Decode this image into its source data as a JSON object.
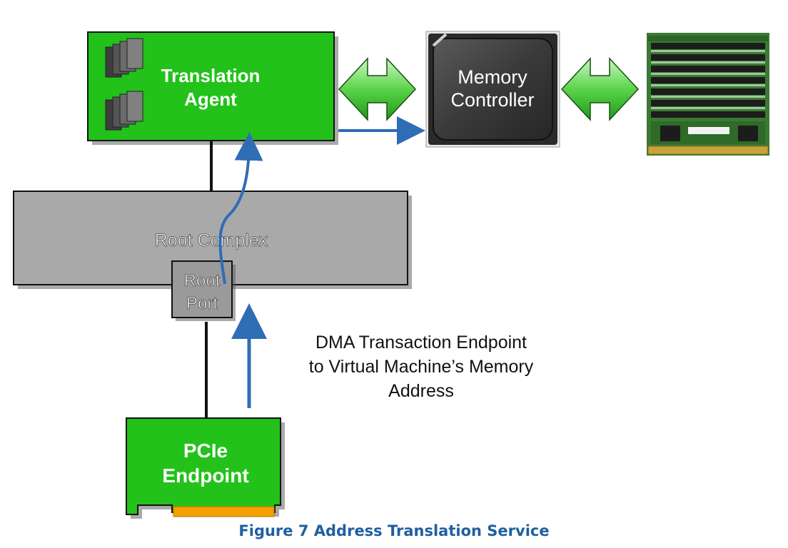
{
  "boxes": {
    "translation_agent": [
      "Translation",
      "Agent"
    ],
    "memory_controller": [
      "Memory",
      "Controller"
    ],
    "root_complex": "Root Complex",
    "root_port": [
      "Root",
      "Port"
    ],
    "pcie_endpoint": [
      "PCIe",
      "Endpoint"
    ]
  },
  "annotation": [
    "DMA Transaction Endpoint",
    "to Virtual Machine’s Memory",
    "Address"
  ],
  "caption": "Figure 7 Address Translation Service",
  "colors": {
    "green_box": "#22c21a",
    "gray_box": "#a9a9a9",
    "blue_arrow": "#2f6db5",
    "caption": "#1f5fa0"
  },
  "icons": [
    "server-stack-icon",
    "memory-chip-icon",
    "ram-module-icon",
    "double-arrow-icon"
  ]
}
